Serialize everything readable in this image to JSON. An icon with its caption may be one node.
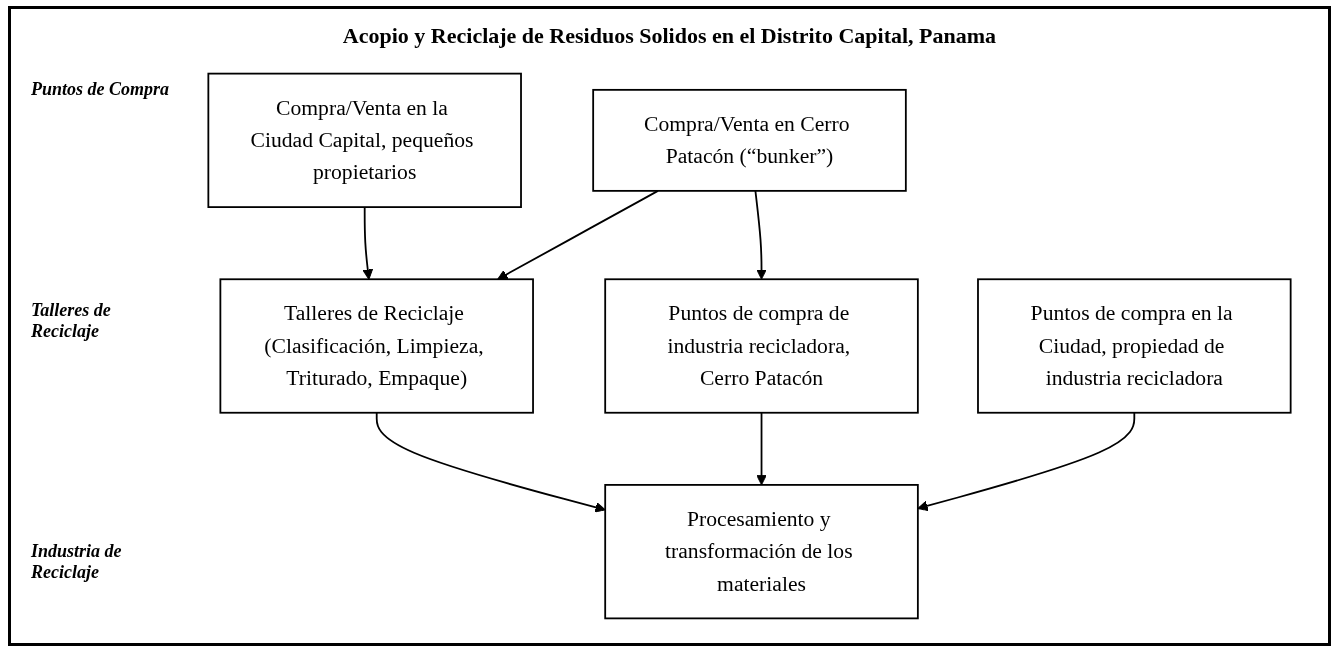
{
  "diagram": {
    "title": "Acopio y Reciclaje de Residuos Solidos en el Distrito Capital, Panama",
    "nodes": [
      {
        "text": [
          "Compra/Venta en la Ciudad Capital, pequeños propietarios"
        ]
      },
      {
        "text": [
          "Compra/Venta en Cerro Patacón (“bunker”)"
        ]
      },
      {
        "text": [
          "Puntos de compra de industria recicladora, Cerro Patacón"
        ]
      },
      {
        "text": [
          "Puntos de compra en la Ciudad, propiedad de industria recicladora"
        ]
      },
      {
        "text": [
          "Talleres de Reciclaje (Clasificación, Limpieza, Triturado, Empaque)"
        ]
      },
      {
        "text": [
          "Procesamiento y transformación de los materiales"
        ]
      }
    ],
    "edges": [
      {
        "from": 0,
        "to": 4,
        "arrow": "to"
      },
      {
        "from": 1,
        "to": 4,
        "arrow": "to"
      },
      {
        "from": 1,
        "to": 2,
        "arrow": "to"
      },
      {
        "from": 4,
        "to": 5,
        "arrow": "to"
      },
      {
        "from": 2,
        "to": 5,
        "arrow": "to"
      },
      {
        "from": 3,
        "to": 5,
        "arrow": "to"
      }
    ],
    "labels": [
      "Puntos de Compra",
      "Talleres de Reciclaje",
      "Industria de Reciclaje"
    ]
  }
}
